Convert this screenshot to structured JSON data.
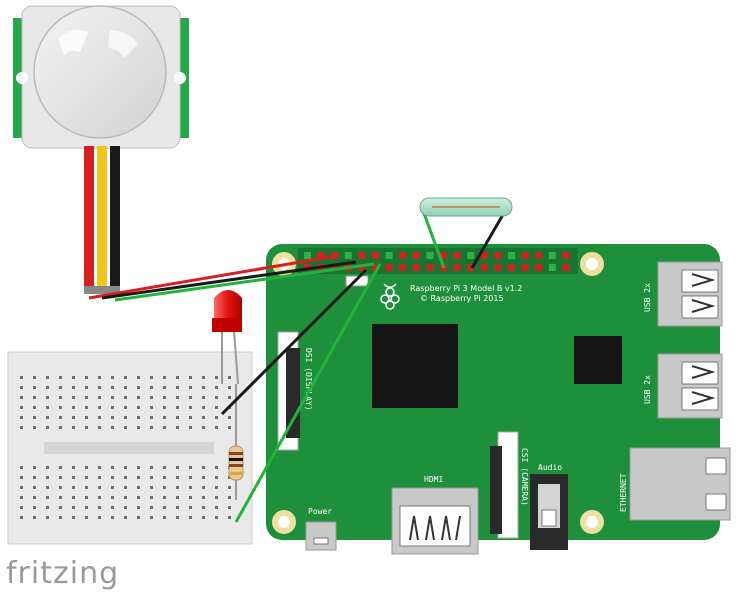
{
  "board": {
    "name": "Raspberry Pi 3 Model B v1.2",
    "copyright": "© Raspberry Pi 2015",
    "labels": {
      "usb_top": "USB 2x",
      "usb_bottom": "USB 2x",
      "ethernet": "ETHERNET",
      "hdmi": "HDMI",
      "audio": "Audio",
      "power": "Power",
      "dsi": "DSI (DISPLAY)",
      "csi": "CSI (CAMERA)"
    },
    "colors": {
      "pcb": "#1e8f3a",
      "pcb_dark": "#177530",
      "chip": "#151515",
      "pin_red": "#d61f1f",
      "pin_green": "#2bb34a",
      "metal": "#c9c9c9"
    }
  },
  "components": {
    "pir_sensor": "pir-motion-sensor",
    "reed_switch": "reed-switch",
    "led": "red-led",
    "resistor": "resistor",
    "breadboard": "half-breadboard"
  },
  "wires": {
    "colors": {
      "red": "#d81e1e",
      "black": "#1a1a1a",
      "green": "#22b33c",
      "yellow": "#f0c419"
    }
  },
  "watermark": "fritzing"
}
